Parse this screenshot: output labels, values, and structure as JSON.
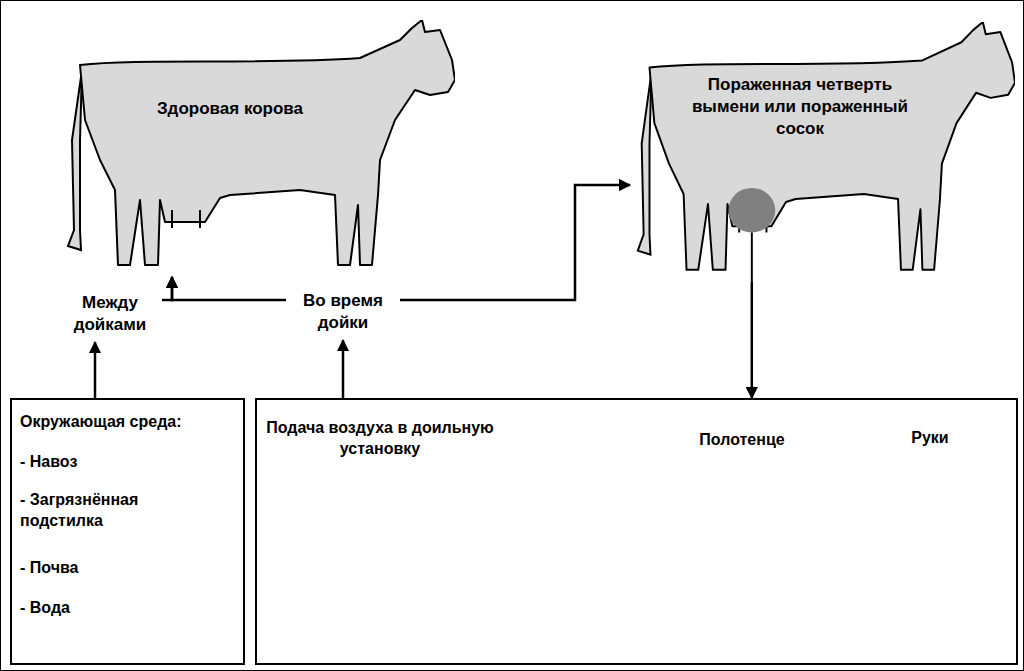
{
  "diagram": {
    "nodes": [
      {
        "text": [
          "Здоровая корова"
        ]
      },
      {
        "text": [
          "Пораженная четверть вымени или пораженный сосок"
        ]
      },
      {
        "text": [
          "Между дойками"
        ]
      },
      {
        "text": [
          "Во время дойки"
        ]
      },
      {
        "text": [
          "Окружающая среда:",
          "- Навоз",
          "- Загрязнённая подстилка",
          "- Почва",
          "- Вода"
        ]
      },
      {
        "text": [
          "Подача воздуха в доильную установку",
          "Полотенце",
          "Руки"
        ]
      }
    ],
    "edges": [
      {
        "from": 4,
        "to": 2,
        "arrow": "to"
      },
      {
        "from": 5,
        "to": 3,
        "arrow": "to"
      },
      {
        "from": 2,
        "to": 0,
        "arrow": "to"
      },
      {
        "from": 3,
        "to": 0,
        "arrow": "to"
      },
      {
        "from": 3,
        "to": 1,
        "arrow": "to"
      },
      {
        "from": 1,
        "to": 5,
        "arrow": "to"
      }
    ]
  }
}
